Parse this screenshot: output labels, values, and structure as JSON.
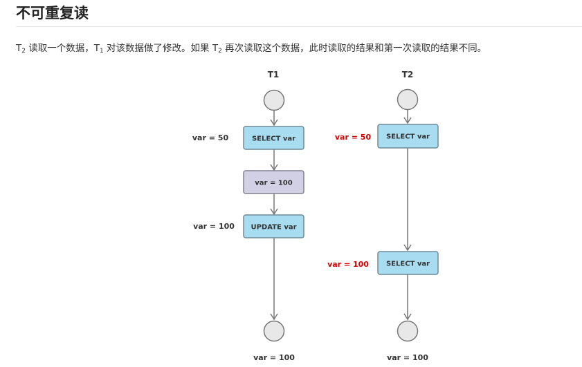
{
  "heading": "不可重复读",
  "paragraph": {
    "t_main": "T",
    "t2_sub": "2",
    "part1": " 读取一个数据，",
    "t1_sub": "1",
    "part2": " 对该数据做了修改。如果 ",
    "part3": " 再次读取这个数据，此时读取的结果和第一次读取的结果不同。"
  },
  "diagram": {
    "t1_label": "T1",
    "t2_label": "T2",
    "t1_boxes": [
      "SELECT var",
      "var = 100",
      "UPDATE var"
    ],
    "t2_boxes": [
      "SELECT var",
      "SELECT var"
    ],
    "t1_side_labels": [
      "var = 50",
      "var = 100"
    ],
    "t2_side_labels": [
      "var = 50",
      "var = 100"
    ],
    "t1_final": "var = 100",
    "t2_final": "var = 100",
    "colors": {
      "select_fill": "#a8dcf0",
      "write_fill": "#d2d0e4",
      "highlight_text": "#d40000",
      "circle_fill": "#e8e8e8",
      "line": "#777777"
    }
  }
}
